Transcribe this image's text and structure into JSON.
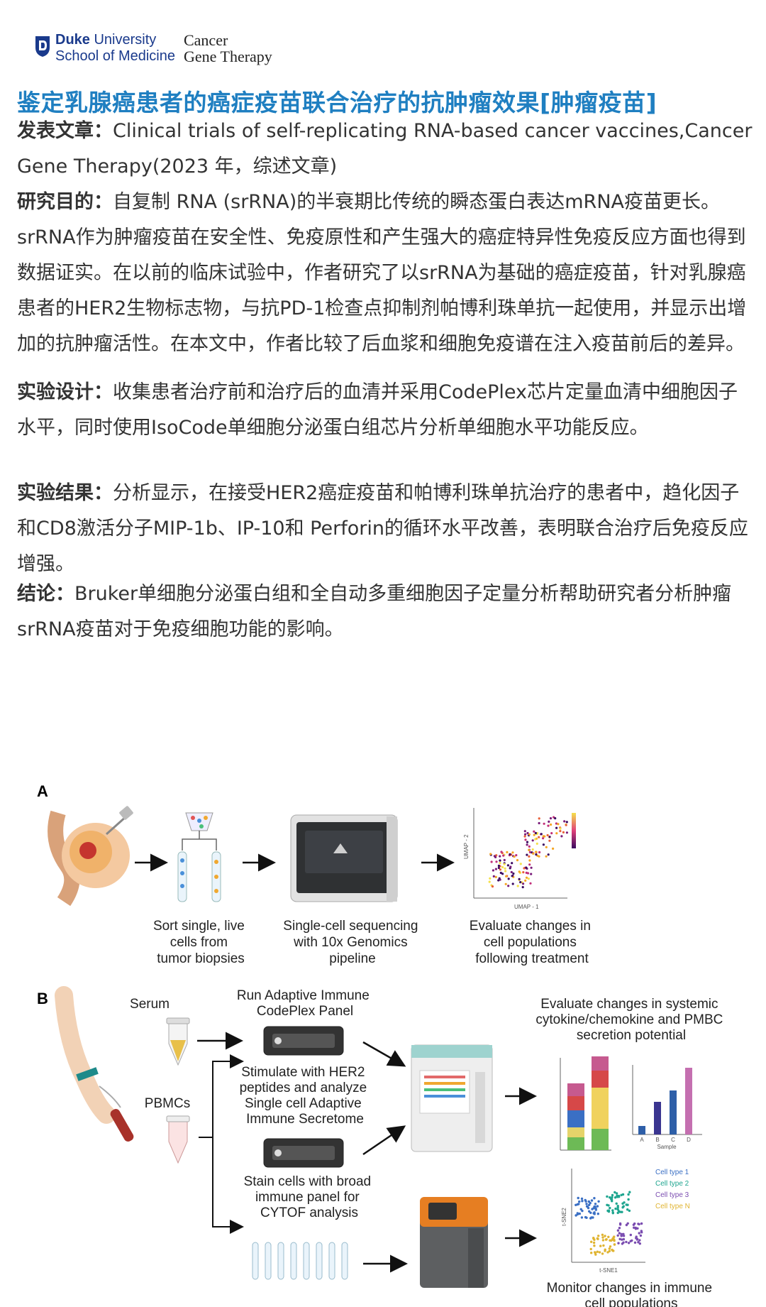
{
  "logo": {
    "duke_line1_bold": "Duke",
    "duke_line1_rest": " University",
    "duke_line2": "School of Medicine",
    "journal_line1": "Cancer",
    "journal_line2": "Gene Therapy"
  },
  "title": "鉴定乳腺癌患者的癌症疫苗联合治疗的抗肿瘤效果[肿瘤疫苗]",
  "sections": [
    {
      "label": "发表文章",
      "text": "Clinical trials of self-replicating RNA-based cancer vaccines,Cancer Gene Therapy(2023 年，综述文章)"
    },
    {
      "label": "研究目的",
      "text": "自复制 RNA (srRNA)的半衰期比传统的瞬态蛋白表达mRNA疫苗更长。srRNA作为肿瘤疫苗在安全性、免疫原性和产生强大的癌症特异性免疫反应方面也得到数据证实。在以前的临床试验中，作者研究了以srRNA为基础的癌症疫苗，针对乳腺癌患者的HER2生物标志物，与抗PD-1检查点抑制剂帕博利珠单抗一起使用，并显示出增加的抗肿瘤活性。在本文中，作者比较了后血浆和细胞免疫谱在注入疫苗前后的差异。"
    },
    {
      "label": "实验设计",
      "text": "收集患者治疗前和治疗后的血清并采用CodePlex芯片定量血清中细胞因子水平，同时使用IsoCode单细胞分泌蛋白组芯片分析单细胞水平功能反应。"
    },
    {
      "label": "实验结果",
      "text": "分析显示，在接受HER2癌症疫苗和帕博利珠单抗治疗的患者中，趋化因子和CD8激活分子MIP-1b、IP-10和 Perforin的循环水平改善，表明联合治疗后免疫反应增强。"
    },
    {
      "label": "结论",
      "text": "Bruker单细胞分泌蛋白组和全自动多重细胞因子定量分析帮助研究者分析肿瘤srRNA疫苗对于免疫细胞功能的影响。"
    }
  ],
  "figure": {
    "panel_a": {
      "letter": "A",
      "steps": [
        [
          "Sort single, live",
          "cells from",
          "tumor biopsies"
        ],
        [
          "Single-cell sequencing",
          "with 10x Genomics",
          "pipeline"
        ],
        [
          "Evaluate changes in",
          "cell populations",
          "following treatment"
        ]
      ],
      "umap": {
        "xlabel": "UMAP - 1",
        "ylabel": "UMAP - 2"
      }
    },
    "panel_b": {
      "letter": "B",
      "serum_label": "Serum",
      "pbmc_label": "PBMCs",
      "codeplex_caption": [
        "Run Adaptive Immune",
        "CodePlex Panel"
      ],
      "stimulate_caption": [
        "Stimulate with HER2",
        "peptides and analyze",
        "Single cell Adaptive",
        "Immune Secretome"
      ],
      "stain_caption": [
        "Stain cells with broad",
        "immune panel for",
        "CYTOF analysis"
      ],
      "evaluate_caption": [
        "Evaluate changes in systemic",
        "cytokine/chemokine and PMBC",
        "secretion potential"
      ],
      "monitor_caption": [
        "Monitor changes in immune",
        "cell populations"
      ],
      "bar_xlabel": "Sample",
      "bar_categories": [
        "A",
        "B",
        "C",
        "D"
      ],
      "tsne_xlabel": "t-SNE1",
      "tsne_ylabel": "t-SNE2",
      "legend": [
        {
          "label": "Cell type 1",
          "color": "#3a6fc4"
        },
        {
          "label": "Cell type 2",
          "color": "#1ea58f"
        },
        {
          "label": "Cell type 3",
          "color": "#7a4cb0"
        },
        {
          "label": "Cell type N",
          "color": "#e0b431"
        }
      ]
    }
  }
}
